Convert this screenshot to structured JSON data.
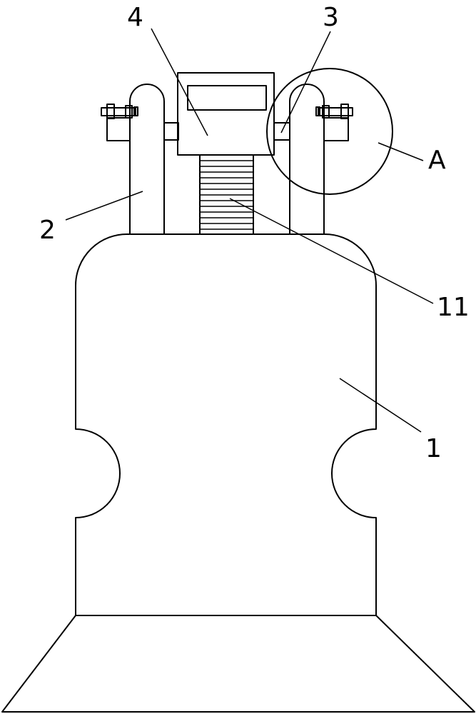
{
  "labels": {
    "part_1": "1",
    "part_2": "2",
    "part_3": "3",
    "part_4": "4",
    "part_11": "11",
    "detail_a": "A"
  }
}
